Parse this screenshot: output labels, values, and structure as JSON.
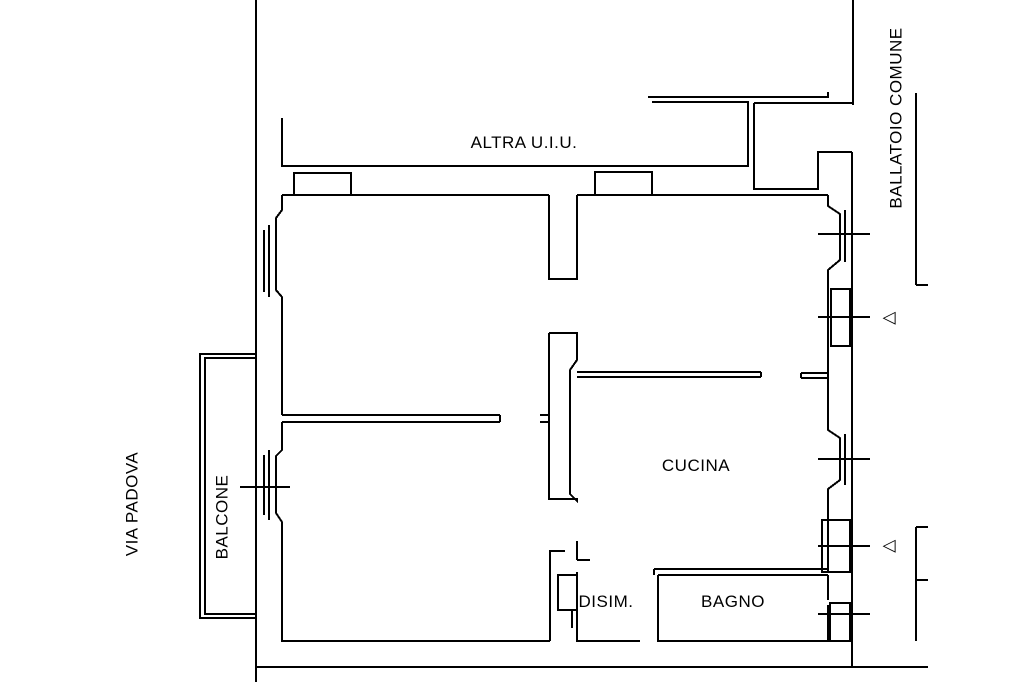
{
  "labels": {
    "altra_uiu": "ALTRA U.I.U.",
    "ballatoio": "BALLATOIO COMUNE",
    "cucina": "CUCINA",
    "disim": "DISIM.",
    "bagno": "BAGNO",
    "balcone": "BALCONE",
    "via_padova": "VIA PADOVA"
  },
  "symbols": {
    "level_marker": "△"
  },
  "colors": {
    "line": "#000000",
    "background": "#ffffff"
  }
}
